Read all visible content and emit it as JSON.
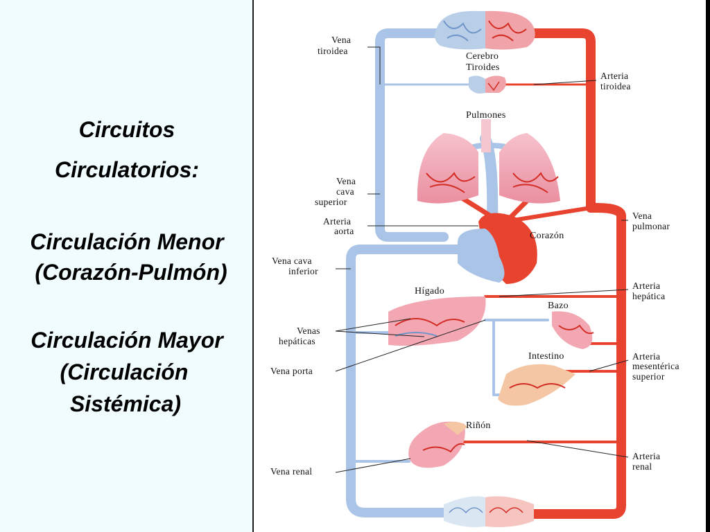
{
  "left_panel": {
    "title_line1": "Circuitos",
    "title_line2": "Circulatorios:",
    "menor_line1": "Circulación Menor",
    "menor_line2": "(Corazón-Pulmón)",
    "mayor_line1": "Circulación Mayor",
    "mayor_line2": "(Circulación",
    "mayor_line3": "Sistémica)"
  },
  "organs": {
    "cerebro": "Cerebro",
    "tiroides": "Tiroides",
    "pulmones": "Pulmones",
    "corazon": "Corazón",
    "higado": "Hígado",
    "bazo": "Bazo",
    "intestino": "Intestino",
    "rinon": "Riñón"
  },
  "labels_left": {
    "vena_tiroidea_1": "Vena",
    "vena_tiroidea_2": "tiroidea",
    "vena_cava_sup_1": "Vena",
    "vena_cava_sup_2": "cava",
    "vena_cava_sup_3": "superior",
    "arteria_aorta_1": "Arteria",
    "arteria_aorta_2": "aorta",
    "vena_cava_inf_1": "Vena cava",
    "vena_cava_inf_2": "inferior",
    "venas_hepaticas_1": "Venas",
    "venas_hepaticas_2": "hepáticas",
    "vena_porta": "Vena porta",
    "vena_renal": "Vena renal"
  },
  "labels_right": {
    "arteria_tiroidea_1": "Arteria",
    "arteria_tiroidea_2": "tiroidea",
    "vena_pulmonar_1": "Vena",
    "vena_pulmonar_2": "pulmonar",
    "arteria_hepatica_1": "Arteria",
    "arteria_hepatica_2": "hepática",
    "arteria_mesenterica_1": "Arteria",
    "arteria_mesenterica_2": "mesentérica",
    "arteria_mesenterica_3": "superior",
    "arteria_renal_1": "Arteria",
    "arteria_renal_2": "renal"
  },
  "colors": {
    "vein": "#a9c4e6",
    "artery": "#e8432e",
    "organ_pink": "#f2a7b2",
    "panel_bg": "#f0fcfd"
  }
}
